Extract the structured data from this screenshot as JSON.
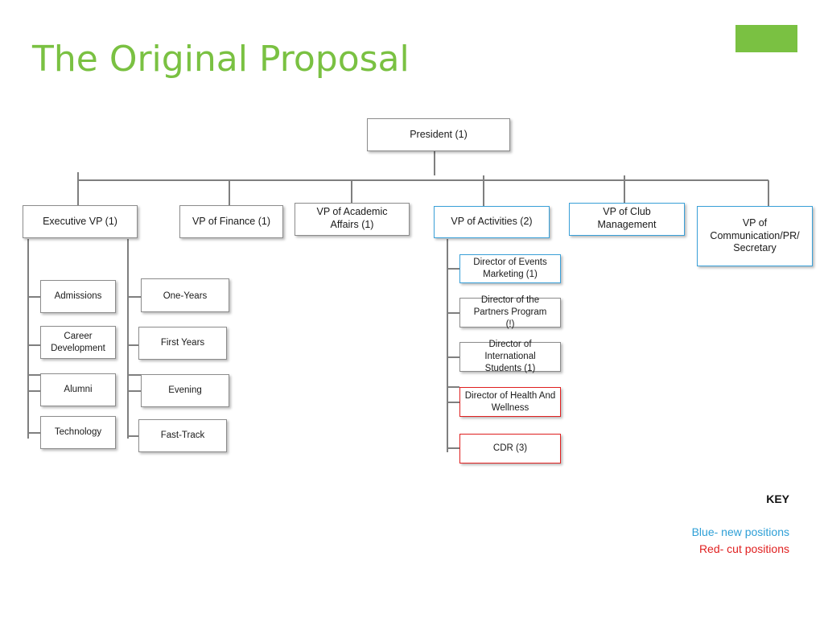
{
  "slide": {
    "title": "The Original Proposal",
    "accent_color": "#7ac142"
  },
  "org_chart": {
    "president": "President (1)",
    "vps": [
      {
        "label": "Executive VP (1)",
        "status": "existing"
      },
      {
        "label": "VP of Finance (1)",
        "status": "existing"
      },
      {
        "label": "VP of Academic Affairs (1)",
        "status": "existing"
      },
      {
        "label": "VP of Activities (2)",
        "status": "new"
      },
      {
        "label": "VP of Club Management",
        "status": "new"
      },
      {
        "label": "VP of Communication/PR/ Secretary",
        "status": "new"
      }
    ],
    "executive_left": [
      "Admissions",
      "Career Development",
      "Alumni",
      "Technology"
    ],
    "executive_right": [
      "One-Years",
      "First Years",
      "Evening",
      "Fast-Track"
    ],
    "activities": [
      {
        "label": "Director of Events Marketing (1)",
        "status": "new"
      },
      {
        "label": "Director of the Partners Program (!)",
        "status": "existing"
      },
      {
        "label": "Director of International Students (1)",
        "status": "existing"
      },
      {
        "label": "Director of Health And Wellness",
        "status": "cut"
      },
      {
        "label": "CDR (3)",
        "status": "cut"
      }
    ]
  },
  "key": {
    "title": "KEY",
    "blue": "Blue- new positions",
    "red": "Red- cut positions",
    "blue_color": "#2e9fd6",
    "red_color": "#e02020"
  }
}
